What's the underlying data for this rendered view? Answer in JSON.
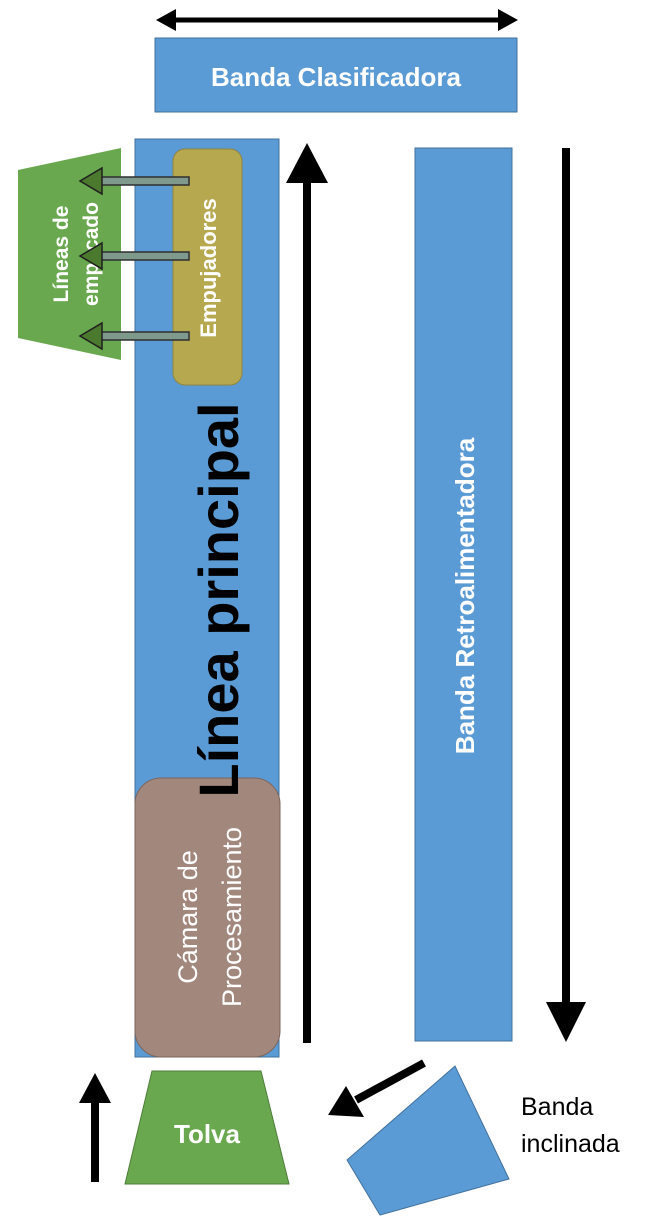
{
  "diagram": {
    "banda_clasificadora": {
      "label": "Banda Clasificadora",
      "color": "#5b9bd5"
    },
    "linea_principal": {
      "label": "Línea principal",
      "color": "#5b9bd5"
    },
    "empujadores": {
      "label": "Empujadores",
      "color": "#b5a84e"
    },
    "lineas_empacado": {
      "label_line1": "Líneas de",
      "label_line2": "empacado",
      "color": "#6aa84f"
    },
    "camara": {
      "label_line1": "Cámara de",
      "label_line2": "Procesamiento",
      "color": "#a1877c"
    },
    "banda_retro": {
      "label": "Banda Retroalimentadora",
      "color": "#5b9bd5"
    },
    "tolva": {
      "label": "Tolva",
      "color": "#6aa84f"
    },
    "banda_inclinada": {
      "label_line1": "Banda",
      "label_line2": "inclinada",
      "color": "#5b9bd5"
    }
  }
}
